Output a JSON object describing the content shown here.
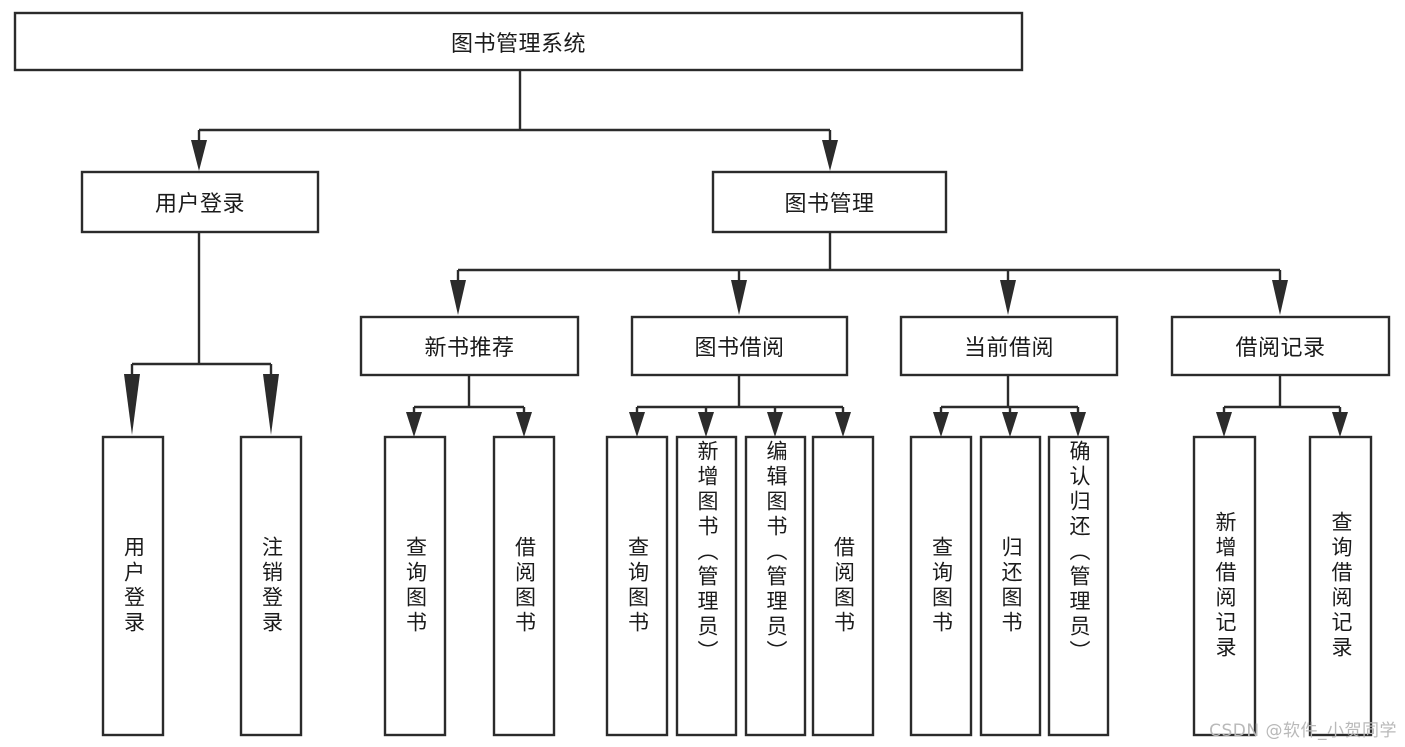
{
  "diagram": {
    "type": "tree",
    "orientation": "top-down",
    "title": "图书管理系统",
    "colors": {
      "background": "#ffffff",
      "box_fill": "#ffffff",
      "box_stroke": "#2b2b2b",
      "text": "#1b1b1b",
      "watermark": "#b9b9b9"
    },
    "levels": {
      "root": "图书管理系统",
      "level2": [
        "用户登录",
        "图书管理"
      ],
      "level3": [
        "新书推荐",
        "图书借阅",
        "当前借阅",
        "借阅记录"
      ]
    }
  },
  "nodes": {
    "root": {
      "label": "图书管理系统",
      "level": 0,
      "orientation": "horizontal"
    },
    "user_login": {
      "label": "用户登录",
      "level": 1,
      "orientation": "horizontal"
    },
    "book_manage": {
      "label": "图书管理",
      "level": 1,
      "orientation": "horizontal"
    },
    "new_book_rec": {
      "label": "新书推荐",
      "level": 2,
      "orientation": "horizontal"
    },
    "book_borrow": {
      "label": "图书借阅",
      "level": 2,
      "orientation": "horizontal"
    },
    "current_borrow": {
      "label": "当前借阅",
      "level": 2,
      "orientation": "horizontal"
    },
    "borrow_record": {
      "label": "借阅记录",
      "level": 2,
      "orientation": "horizontal"
    },
    "leaf_user_login": {
      "label": "用户登录",
      "level": 3,
      "orientation": "vertical"
    },
    "leaf_logout": {
      "label": "注销登录",
      "level": 3,
      "orientation": "vertical"
    },
    "leaf_query_book_1": {
      "label": "查询图书",
      "level": 3,
      "orientation": "vertical"
    },
    "leaf_borrow_book_1": {
      "label": "借阅图书",
      "level": 3,
      "orientation": "vertical"
    },
    "leaf_query_book_2": {
      "label": "查询图书",
      "level": 3,
      "orientation": "vertical"
    },
    "leaf_add_book": {
      "label": "新增图书（管理员）",
      "level": 3,
      "orientation": "vertical"
    },
    "leaf_edit_book": {
      "label": "编辑图书（管理员）",
      "level": 3,
      "orientation": "vertical"
    },
    "leaf_borrow_book_2": {
      "label": "借阅图书",
      "level": 3,
      "orientation": "vertical"
    },
    "leaf_query_book_3": {
      "label": "查询图书",
      "level": 3,
      "orientation": "vertical"
    },
    "leaf_return_book": {
      "label": "归还图书",
      "level": 3,
      "orientation": "vertical"
    },
    "leaf_confirm_return": {
      "label": "确认归还（管理员）",
      "level": 3,
      "orientation": "vertical"
    },
    "leaf_add_record": {
      "label": "新增借阅记录",
      "level": 3,
      "orientation": "vertical"
    },
    "leaf_query_record": {
      "label": "查询借阅记录",
      "level": 3,
      "orientation": "vertical"
    }
  },
  "edges": [
    {
      "from": "root",
      "to": "user_login"
    },
    {
      "from": "root",
      "to": "book_manage"
    },
    {
      "from": "user_login",
      "to": "leaf_user_login"
    },
    {
      "from": "user_login",
      "to": "leaf_logout"
    },
    {
      "from": "book_manage",
      "to": "new_book_rec"
    },
    {
      "from": "book_manage",
      "to": "book_borrow"
    },
    {
      "from": "book_manage",
      "to": "current_borrow"
    },
    {
      "from": "book_manage",
      "to": "borrow_record"
    },
    {
      "from": "new_book_rec",
      "to": "leaf_query_book_1"
    },
    {
      "from": "new_book_rec",
      "to": "leaf_borrow_book_1"
    },
    {
      "from": "book_borrow",
      "to": "leaf_query_book_2"
    },
    {
      "from": "book_borrow",
      "to": "leaf_add_book"
    },
    {
      "from": "book_borrow",
      "to": "leaf_edit_book"
    },
    {
      "from": "book_borrow",
      "to": "leaf_borrow_book_2"
    },
    {
      "from": "current_borrow",
      "to": "leaf_query_book_3"
    },
    {
      "from": "current_borrow",
      "to": "leaf_return_book"
    },
    {
      "from": "current_borrow",
      "to": "leaf_confirm_return"
    },
    {
      "from": "borrow_record",
      "to": "leaf_add_record"
    },
    {
      "from": "borrow_record",
      "to": "leaf_query_record"
    }
  ],
  "watermark": {
    "text": "CSDN @软件_小贺同学"
  }
}
